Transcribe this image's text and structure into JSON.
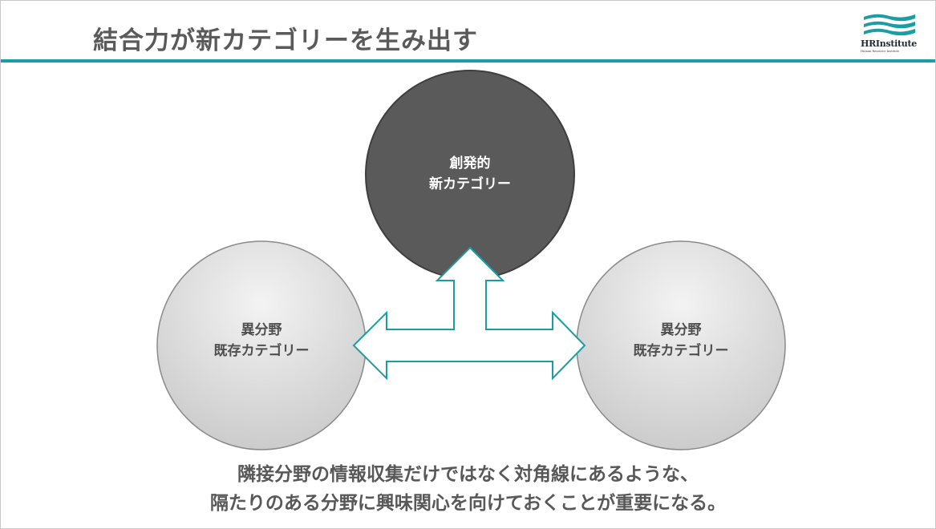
{
  "slide": {
    "title": "結合力が新カテゴリーを生み出す",
    "logo": {
      "wordmark": "HRInstitute",
      "subtitle": "Human Resource Institute"
    }
  },
  "diagram": {
    "top_circle": {
      "line1": "創発的",
      "line2": "新カテゴリー",
      "fill": "#5a5a5a"
    },
    "left_circle": {
      "line1": "異分野",
      "line2": "既存カテゴリー"
    },
    "right_circle": {
      "line1": "異分野",
      "line2": "既存カテゴリー"
    },
    "arrow_outline_color": "#1a9ea3"
  },
  "caption": {
    "line1": "隣接分野の情報収集だけではなく対角線にあるような、",
    "line2": "隔たりのある分野に興味関心を向けておくことが重要になる。"
  },
  "colors": {
    "accent": "#1a9ea3",
    "text": "#585858"
  }
}
